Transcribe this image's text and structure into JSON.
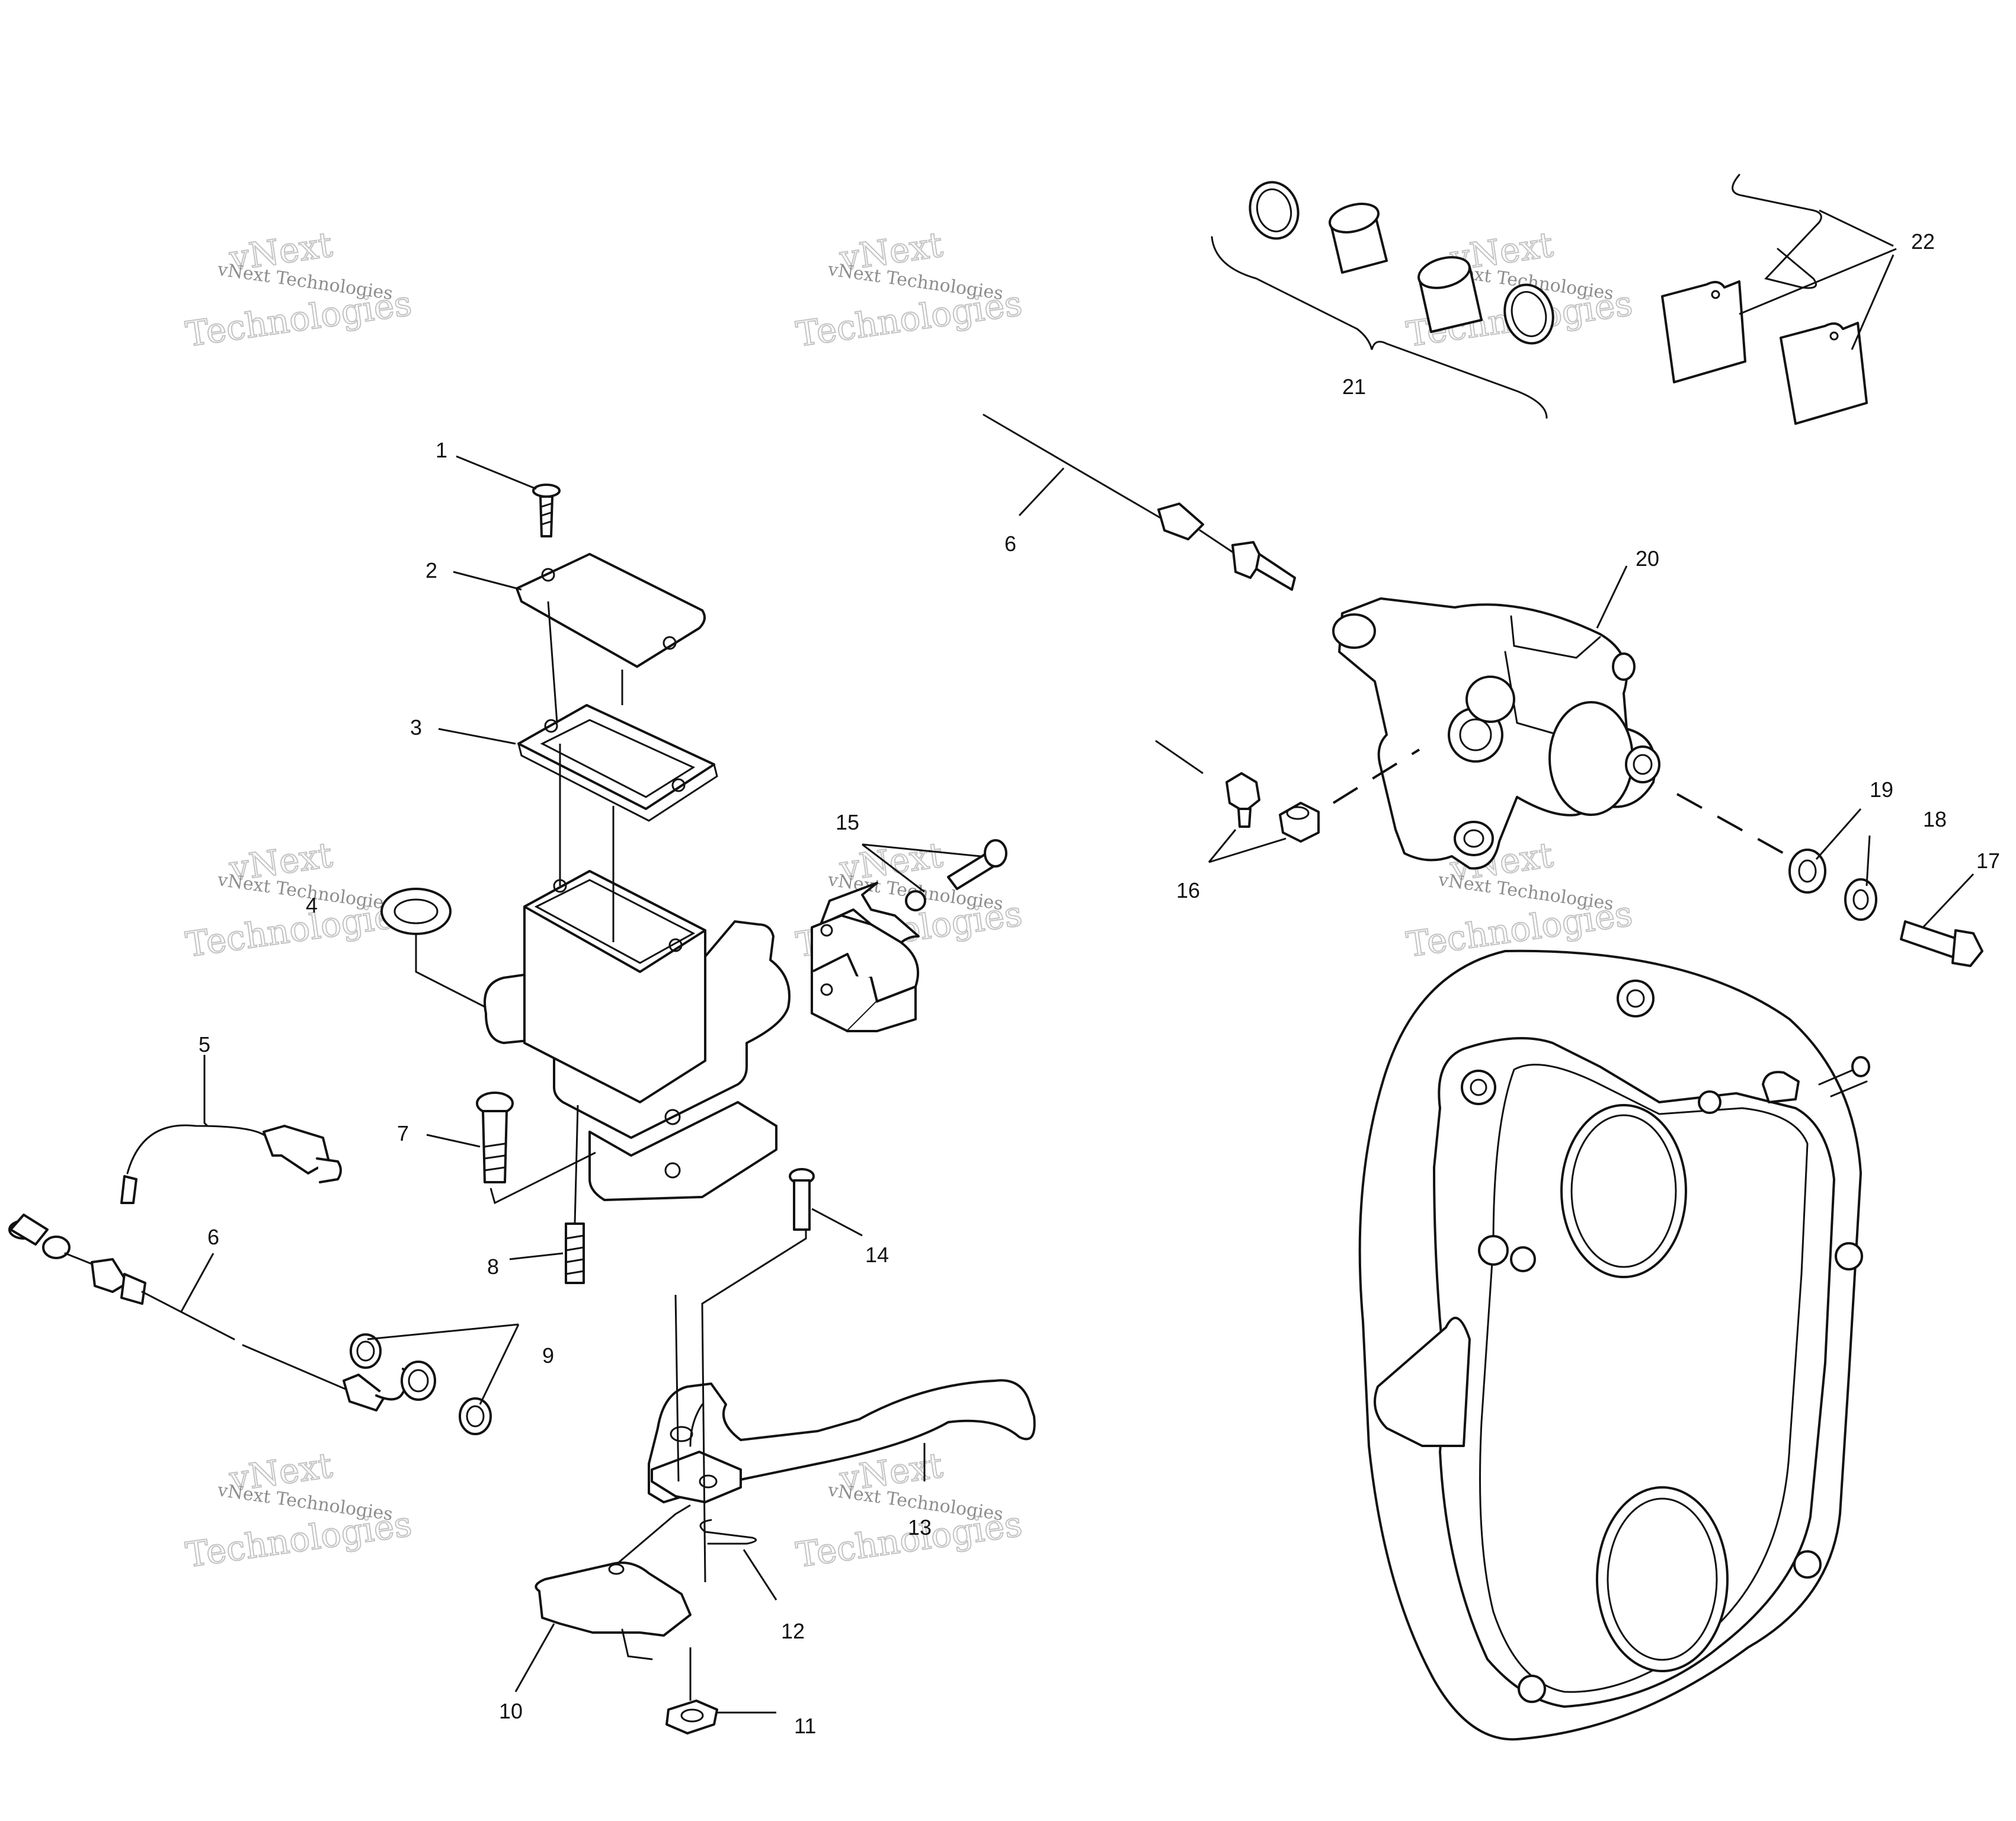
{
  "watermark": {
    "name": "vNext",
    "line1": "vNext Technologies",
    "line2": "Technologies"
  },
  "callouts": {
    "c1": "1",
    "c2": "2",
    "c3": "3",
    "c4": "4",
    "c5": "5",
    "c6a": "6",
    "c6b": "6",
    "c7": "7",
    "c8": "8",
    "c9": "9",
    "c10": "10",
    "c11": "11",
    "c12": "12",
    "c13": "13",
    "c14": "14",
    "c15": "15",
    "c16": "16",
    "c17": "17",
    "c18": "18",
    "c19": "19",
    "c20": "20",
    "c21": "21",
    "c22": "22"
  }
}
